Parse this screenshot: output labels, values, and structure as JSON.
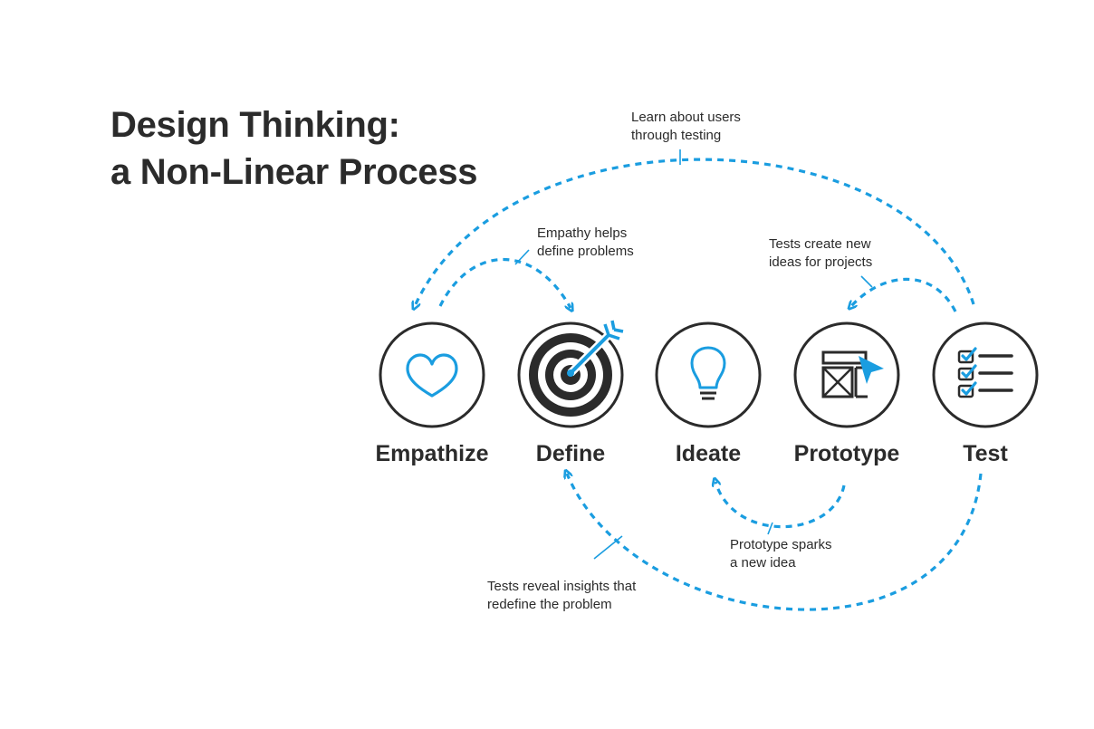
{
  "title": {
    "line1": "Design Thinking:",
    "line2": "a Non-Linear Process"
  },
  "stages": [
    {
      "label": "Empathize",
      "icon": "heart-icon"
    },
    {
      "label": "Define",
      "icon": "target-icon"
    },
    {
      "label": "Ideate",
      "icon": "lightbulb-icon"
    },
    {
      "label": "Prototype",
      "icon": "wireframe-icon"
    },
    {
      "label": "Test",
      "icon": "checklist-icon"
    }
  ],
  "annotations": {
    "learn": {
      "line1": "Learn about users",
      "line2": "through testing"
    },
    "empathy": {
      "line1": "Empathy helps",
      "line2": "define problems"
    },
    "tests_create": {
      "line1": "Tests create new",
      "line2": "ideas for projects"
    },
    "prototype_sparks": {
      "line1": "Prototype sparks",
      "line2": "a new idea"
    },
    "tests_reveal": {
      "line1": "Tests reveal insights that",
      "line2": "redefine the problem"
    }
  },
  "colors": {
    "accent": "#1a9de0",
    "ink": "#2b2b2b"
  }
}
